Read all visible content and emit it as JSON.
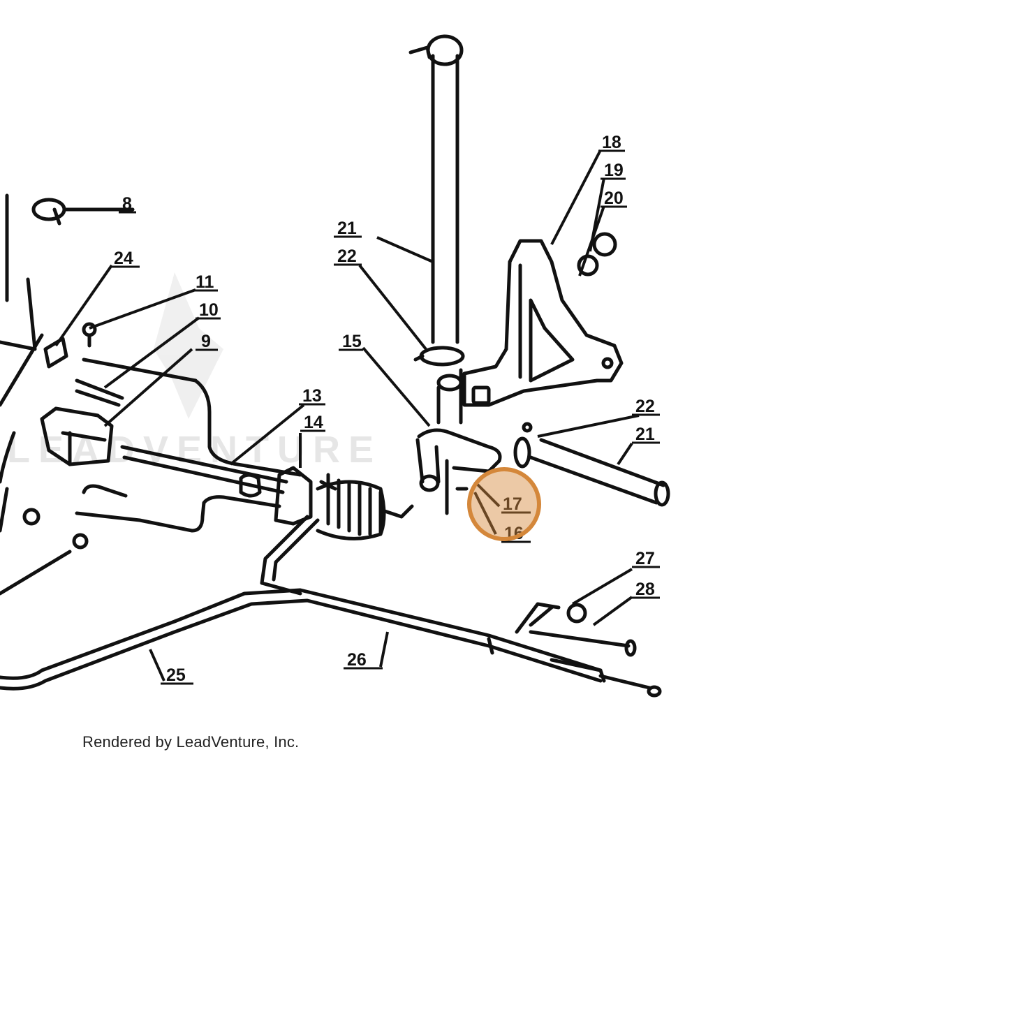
{
  "watermark": "LEADVENTURE",
  "credit": "Rendered by LeadVenture, Inc.",
  "highlight": {
    "color": "#d4873a",
    "target": "17"
  },
  "callouts": [
    "8",
    "24",
    "11",
    "10",
    "9",
    "13",
    "14",
    "21",
    "22",
    "15",
    "18",
    "19",
    "20",
    "22",
    "21",
    "17",
    "16",
    "27",
    "28",
    "26",
    "25"
  ]
}
